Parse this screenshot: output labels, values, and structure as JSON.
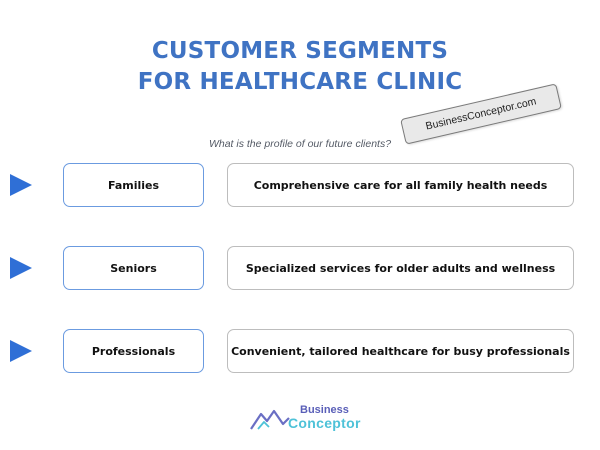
{
  "title": {
    "line1": "CUSTOMER SEGMENTS",
    "line2": "FOR HEALTHCARE CLINIC"
  },
  "subtitle": "What is the profile of our future clients?",
  "watermark": "BusinessConceptor.com",
  "segments": [
    {
      "name": "Families",
      "description": "Comprehensive care for all family health needs"
    },
    {
      "name": "Seniors",
      "description": "Specialized services for older adults and wellness"
    },
    {
      "name": "Professionals",
      "description": "Convenient, tailored healthcare for busy professionals"
    }
  ],
  "logo": {
    "line1": "Business",
    "line2": "Conceptor"
  },
  "colors": {
    "title": "#3f73c3",
    "arrow": "#2f6fd6",
    "segment_border": "#6b9be0",
    "description_border": "#bdbdbd"
  }
}
